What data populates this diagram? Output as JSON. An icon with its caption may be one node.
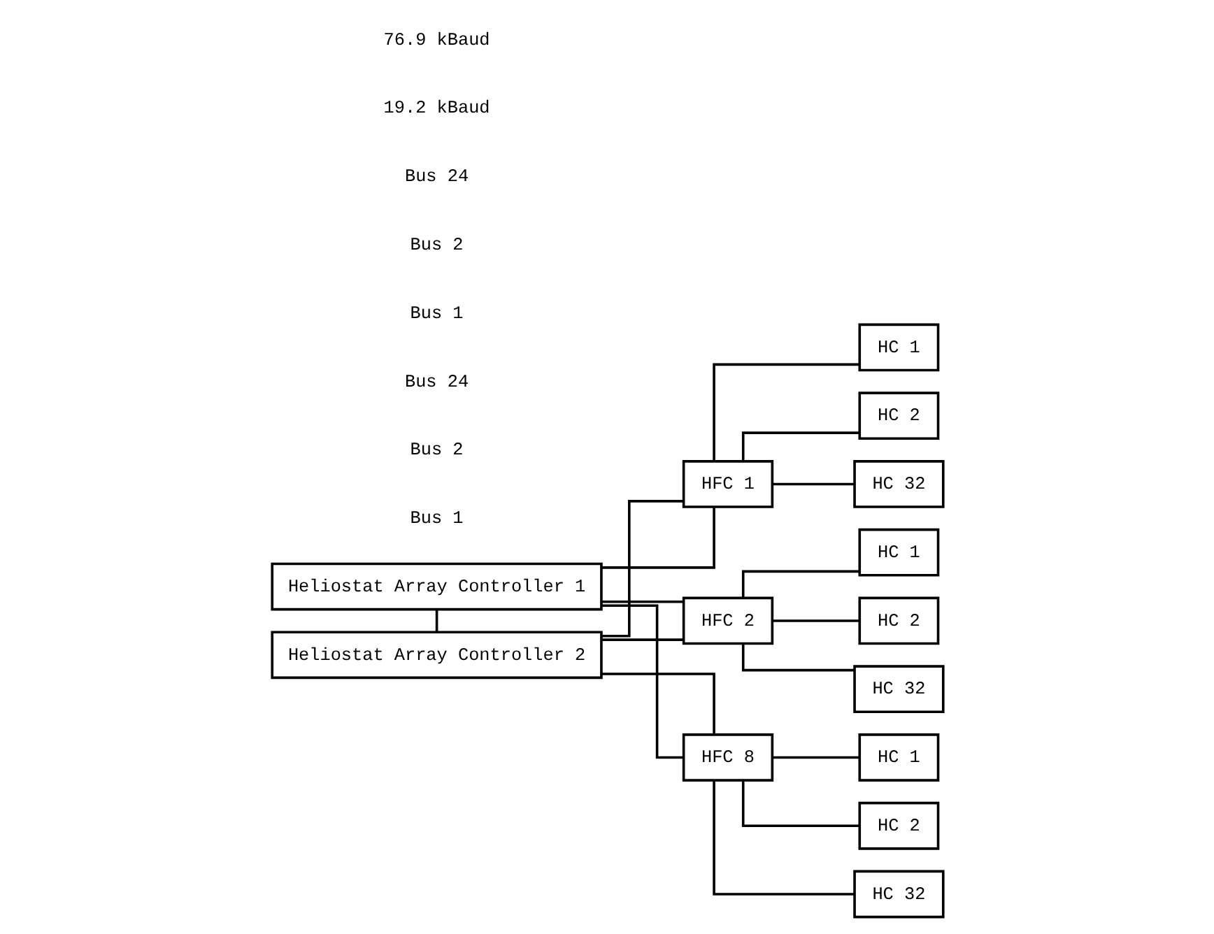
{
  "diagram": {
    "nodes": [
      {
        "text": [
          "Heliostat Array Controller 1"
        ]
      },
      {
        "text": [
          "Heliostat Array Controller 2"
        ]
      },
      {
        "text": [
          "HFC 1"
        ]
      },
      {
        "text": [
          "HFC 2"
        ]
      },
      {
        "text": [
          "HFC 8"
        ]
      },
      {
        "text": [
          "HC 1"
        ]
      },
      {
        "text": [
          "HC 2"
        ]
      },
      {
        "text": [
          "HC 32"
        ]
      },
      {
        "text": [
          "HC 1"
        ]
      },
      {
        "text": [
          "HC 2"
        ]
      },
      {
        "text": [
          "HC 32"
        ]
      },
      {
        "text": [
          "HC 1"
        ]
      },
      {
        "text": [
          "HC 2"
        ]
      },
      {
        "text": [
          "HC 32"
        ]
      }
    ],
    "edges": [
      {
        "from": 0,
        "to": 1,
        "arrow": "none"
      },
      {
        "from": 0,
        "to": 2,
        "arrow": "none"
      },
      {
        "from": 0,
        "to": 3,
        "arrow": "none"
      },
      {
        "from": 0,
        "to": 4,
        "arrow": "none"
      },
      {
        "from": 1,
        "to": 2,
        "arrow": "none"
      },
      {
        "from": 1,
        "to": 3,
        "arrow": "none"
      },
      {
        "from": 1,
        "to": 4,
        "arrow": "none"
      },
      {
        "from": 2,
        "to": 5,
        "arrow": "none"
      },
      {
        "from": 2,
        "to": 6,
        "arrow": "none"
      },
      {
        "from": 2,
        "to": 7,
        "arrow": "none"
      },
      {
        "from": 3,
        "to": 8,
        "arrow": "none"
      },
      {
        "from": 3,
        "to": 9,
        "arrow": "none"
      },
      {
        "from": 3,
        "to": 10,
        "arrow": "none"
      },
      {
        "from": 4,
        "to": 11,
        "arrow": "none"
      },
      {
        "from": 4,
        "to": 12,
        "arrow": "none"
      },
      {
        "from": 4,
        "to": 13,
        "arrow": "none"
      }
    ],
    "labels": [
      "Bus 1",
      "Bus 2",
      "Bus 24",
      "Bus 1",
      "Bus 2",
      "Bus 24",
      "19.2 kBaud",
      "76.9 kBaud"
    ]
  }
}
